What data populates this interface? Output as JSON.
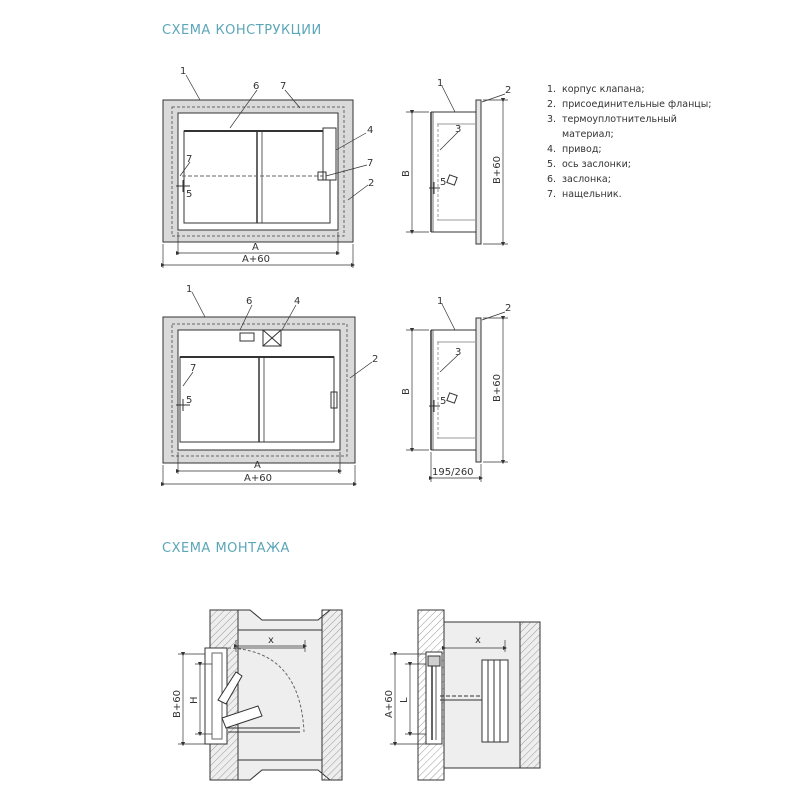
{
  "titles": {
    "construction": "СХЕМА КОНСТРУКЦИИ",
    "mounting": "СХЕМА МОНТАЖА"
  },
  "legend": [
    {
      "num": "1.",
      "text": "корпус клапана;"
    },
    {
      "num": "2.",
      "text": "присоединительные фланцы;"
    },
    {
      "num": "3.",
      "text": "термоуплотнительный материал;"
    },
    {
      "num": "4.",
      "text": "привод;"
    },
    {
      "num": "5.",
      "text": "ось заслонки;"
    },
    {
      "num": "6.",
      "text": "заслонка;"
    },
    {
      "num": "7.",
      "text": "нащельник."
    }
  ],
  "callouts": {
    "n1": "1",
    "n2": "2",
    "n3": "3",
    "n4": "4",
    "n5": "5",
    "n6": "6",
    "n7": "7"
  },
  "dimensions": {
    "a": "A",
    "a60": "A+60",
    "b": "B",
    "b60": "B+60",
    "depth": "195/260",
    "x": "x",
    "h": "H",
    "l": "L"
  },
  "colors": {
    "title": "#5ba6b8",
    "line": "#333333",
    "fill": "#d9d9d9",
    "hatch": "#999999"
  }
}
